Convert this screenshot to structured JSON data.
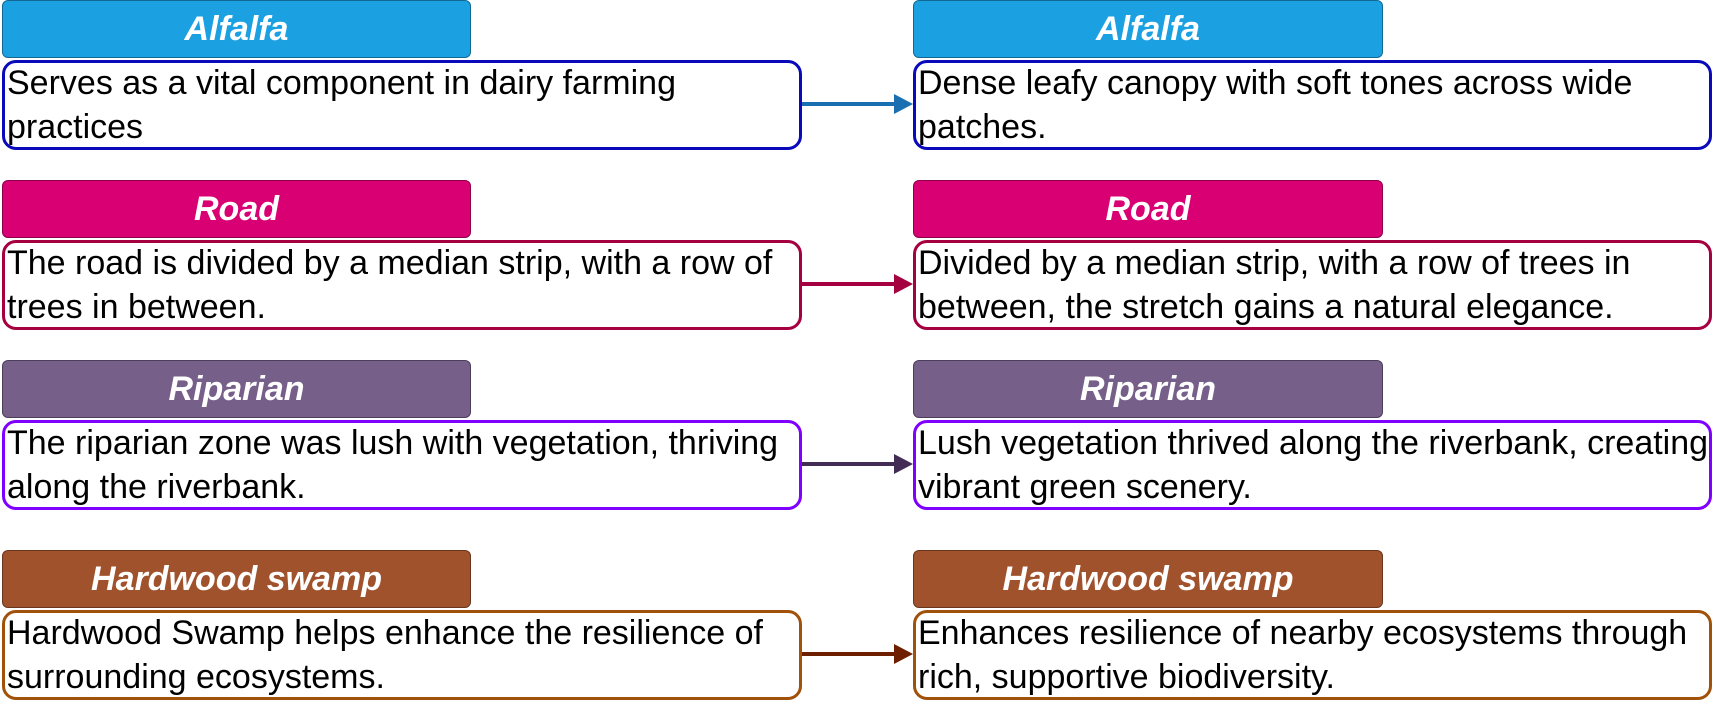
{
  "rows": [
    {
      "color": "#1ba1e2",
      "border": "#0a0aba",
      "arrow": "#1a6fb0",
      "left_label": "Alfalfa",
      "right_label": "Alfalfa",
      "left_text": "Serves as a vital component in dairy farming practices",
      "right_text": "Dense leafy canopy with soft tones across wide patches."
    },
    {
      "color": "#d80073",
      "border": "#a50040",
      "arrow": "#a50040",
      "left_label": "Road",
      "right_label": "Road",
      "left_text": "The road is divided by a median strip, with a row of trees in between.",
      "right_text": "Divided by a median strip, with a row of trees in between, the stretch gains a natural elegance."
    },
    {
      "color": "#76608a",
      "border": "#7f00ff",
      "arrow": "#432d57",
      "left_label": "Riparian",
      "right_label": "Riparian",
      "left_text": "The riparian zone was lush with vegetation, thriving along the riverbank.",
      "right_text": "Lush vegetation thrived along the riverbank, creating vibrant green scenery."
    },
    {
      "color": "#a0522d",
      "border": "#a0520a",
      "arrow": "#6d1f00",
      "left_label": "Hardwood swamp",
      "right_label": "Hardwood swamp",
      "left_text": "Hardwood Swamp helps enhance the resilience of surrounding ecosystems.",
      "right_text": "Enhances resilience of nearby ecosystems through rich, supportive biodiversity."
    }
  ]
}
